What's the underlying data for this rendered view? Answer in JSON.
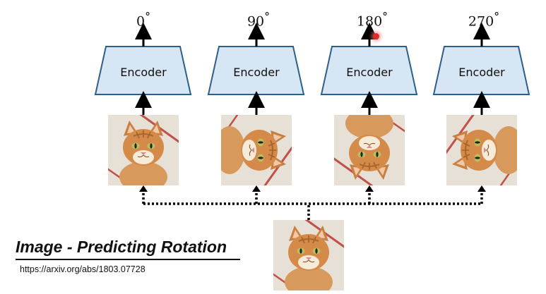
{
  "diagram": {
    "rotations": [
      {
        "angle": "0",
        "degree_symbol": "°",
        "encoder_label": "Encoder",
        "image_rotation_deg": 0
      },
      {
        "angle": "90",
        "degree_symbol": "°",
        "encoder_label": "Encoder",
        "image_rotation_deg": 90
      },
      {
        "angle": "180",
        "degree_symbol": "°",
        "encoder_label": "Encoder",
        "image_rotation_deg": 180
      },
      {
        "angle": "270",
        "degree_symbol": "°",
        "encoder_label": "Encoder",
        "image_rotation_deg": 270
      }
    ],
    "encoder_fill": "#d6e6f5",
    "encoder_stroke": "#2f5e8a",
    "arrow_color": "#000000"
  },
  "footer": {
    "title": "Image - Predicting Rotation",
    "url": "https://arxiv.org/abs/1803.07728"
  },
  "cursor": {
    "color": "#e22a2a"
  }
}
